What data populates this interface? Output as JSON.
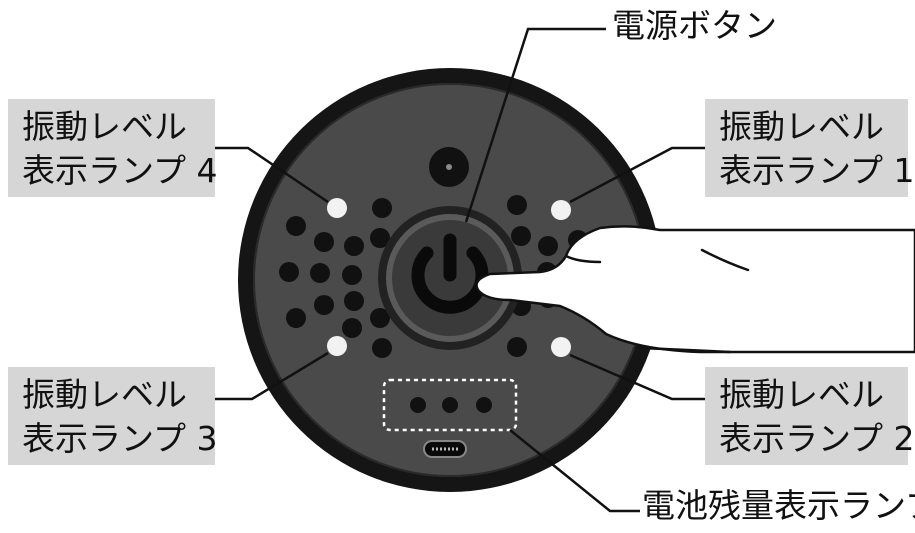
{
  "labels": {
    "power_button": "電源ボタン",
    "vib_lamp_4": {
      "line1": "振動レベル",
      "line2": "表示ランプ 4"
    },
    "vib_lamp_1": {
      "line1": "振動レベル",
      "line2": "表示ランプ 1"
    },
    "vib_lamp_3": {
      "line1": "振動レベル",
      "line2": "表示ランプ 3"
    },
    "vib_lamp_2": {
      "line1": "振動レベル",
      "line2": "表示ランプ 2"
    },
    "battery_lamp": "電池残量表示ランプ"
  },
  "colors": {
    "device_body": "#4a4a4a",
    "device_rim": "#151515",
    "perforation": "#111111",
    "lamp": "#f2f2f2",
    "label_bg": "#d6d6d6",
    "leader_line": "#111111"
  },
  "icons": {
    "power_symbol": "power-icon",
    "finger": "pointing-hand-icon"
  }
}
